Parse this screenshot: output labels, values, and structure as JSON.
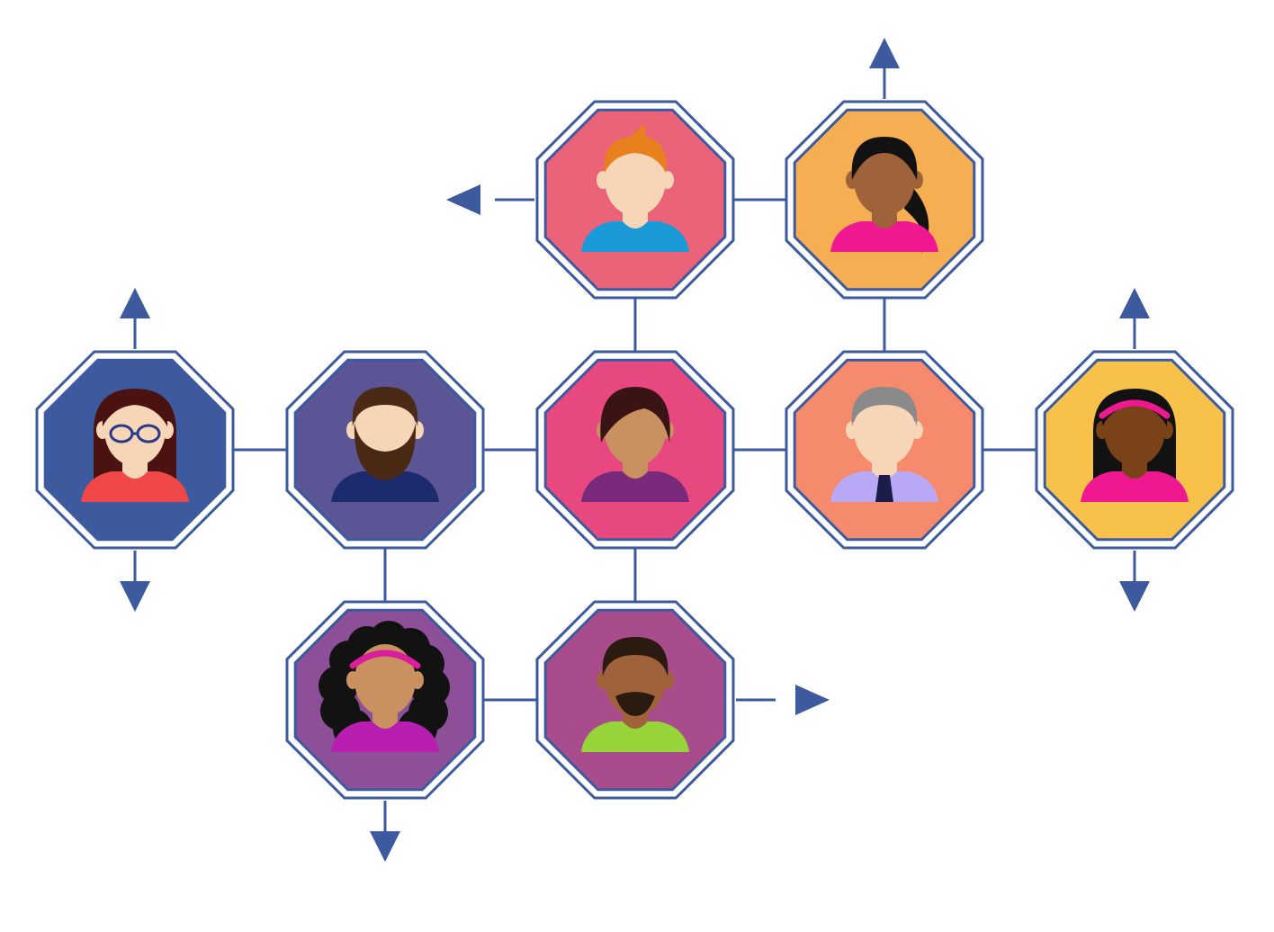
{
  "colors": {
    "line": "#3d5a9e",
    "background": "#ffffff",
    "skin_light": "#f7d6b8",
    "skin_medium": "#c8915f",
    "skin_dark": "#a0623a",
    "skin_deep": "#7a4218"
  },
  "nodes": [
    {
      "id": "woman-glasses",
      "fill": "#3d5a9e",
      "skin": "skin_light",
      "hair": "#4a1210",
      "shirt": "#f04848",
      "style": "long",
      "accessory": "glasses"
    },
    {
      "id": "man-beard",
      "fill": "#5b5595",
      "skin": "skin_light",
      "hair": "#4a2a14",
      "shirt": "#1c2a6e",
      "style": "short",
      "accessory": "beard"
    },
    {
      "id": "woman-center",
      "fill": "#e84880",
      "skin": "skin_medium",
      "hair": "#3a1414",
      "shirt": "#7a2a7a",
      "style": "bob",
      "accessory": "none"
    },
    {
      "id": "man-gray",
      "fill": "#f58a6c",
      "skin": "skin_light",
      "hair": "#8a8a8a",
      "shirt": "#b8a8f5",
      "style": "short",
      "accessory": "tie"
    },
    {
      "id": "woman-headband",
      "fill": "#f8c24a",
      "skin": "skin_deep",
      "hair": "#121212",
      "shirt": "#f01890",
      "style": "long",
      "accessory": "headband"
    },
    {
      "id": "man-redhead",
      "fill": "#ea6378",
      "skin": "skin_light",
      "hair": "#e8801e",
      "shirt": "#1a9ad6",
      "style": "spiky",
      "accessory": "none"
    },
    {
      "id": "woman-ponytail",
      "fill": "#f5ae52",
      "skin": "skin_dark",
      "hair": "#121212",
      "shirt": "#f01890",
      "style": "ponytail",
      "accessory": "none"
    },
    {
      "id": "woman-curly",
      "fill": "#8c4f98",
      "skin": "skin_medium",
      "hair": "#121212",
      "shirt": "#b81eb0",
      "style": "curly",
      "accessory": "headband"
    },
    {
      "id": "man-goatee",
      "fill": "#a94c8c",
      "skin": "skin_dark",
      "hair": "#2a1a10",
      "shirt": "#96d43a",
      "style": "short",
      "accessory": "goatee"
    }
  ]
}
